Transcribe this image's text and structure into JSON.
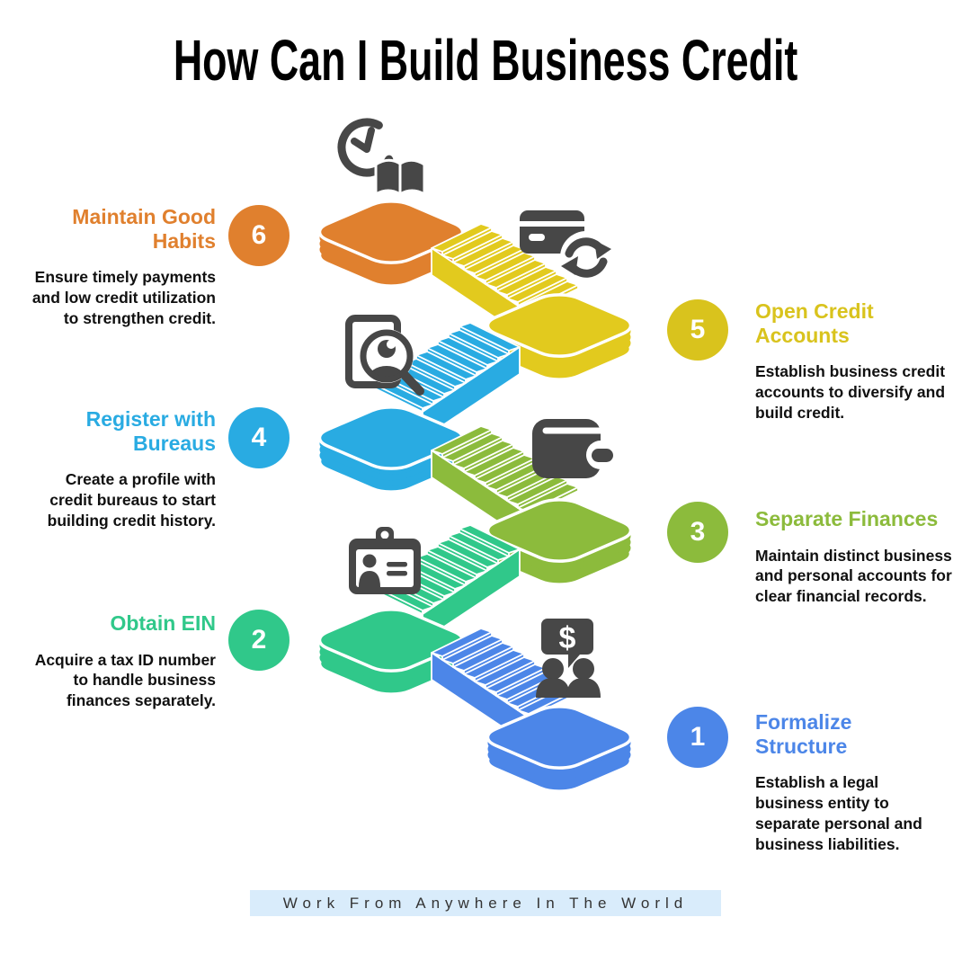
{
  "title": "How Can I Build Business Credit",
  "footer": {
    "text": "Work From Anywhere In The World"
  },
  "colors": {
    "step1_blue": "#4C86E8",
    "step2_green": "#30C88A",
    "step3_olive": "#8CBB3C",
    "step4_cyan": "#29ABE2",
    "step5_yellow": "#D9C31D",
    "step6_orange": "#E0802E",
    "icon_gray": "#474747",
    "footer_bg": "#D9ECFB"
  },
  "steps": [
    {
      "number": "1",
      "title": "Formalize Structure",
      "description": "Establish a legal business entity to separate personal and business liabilities.",
      "color": "#4C86E8",
      "icon": "people-dollar-icon",
      "side": "right"
    },
    {
      "number": "2",
      "title": "Obtain EIN",
      "description": "Acquire a tax ID number to handle business finances separately.",
      "color": "#30C88A",
      "icon": "id-badge-icon",
      "side": "left"
    },
    {
      "number": "3",
      "title": "Separate Finances",
      "description": "Maintain distinct business and personal accounts for clear financial records.",
      "color": "#8CBB3C",
      "icon": "wallet-icon",
      "side": "right"
    },
    {
      "number": "4",
      "title": "Register with Bureaus",
      "description": "Create a profile with credit bureaus to start building credit history.",
      "color": "#29ABE2",
      "icon": "profile-search-icon",
      "side": "left"
    },
    {
      "number": "5",
      "title": "Open Credit Accounts",
      "description": "Establish business credit accounts to diversify and build credit.",
      "color": "#D9C31D",
      "icon": "card-refresh-icon",
      "side": "right"
    },
    {
      "number": "6",
      "title": "Maintain Good Habits",
      "description": "Ensure timely payments and low credit utilization to strengthen credit.",
      "color": "#E0802E",
      "icon": "clock-book-icon",
      "side": "left"
    }
  ]
}
